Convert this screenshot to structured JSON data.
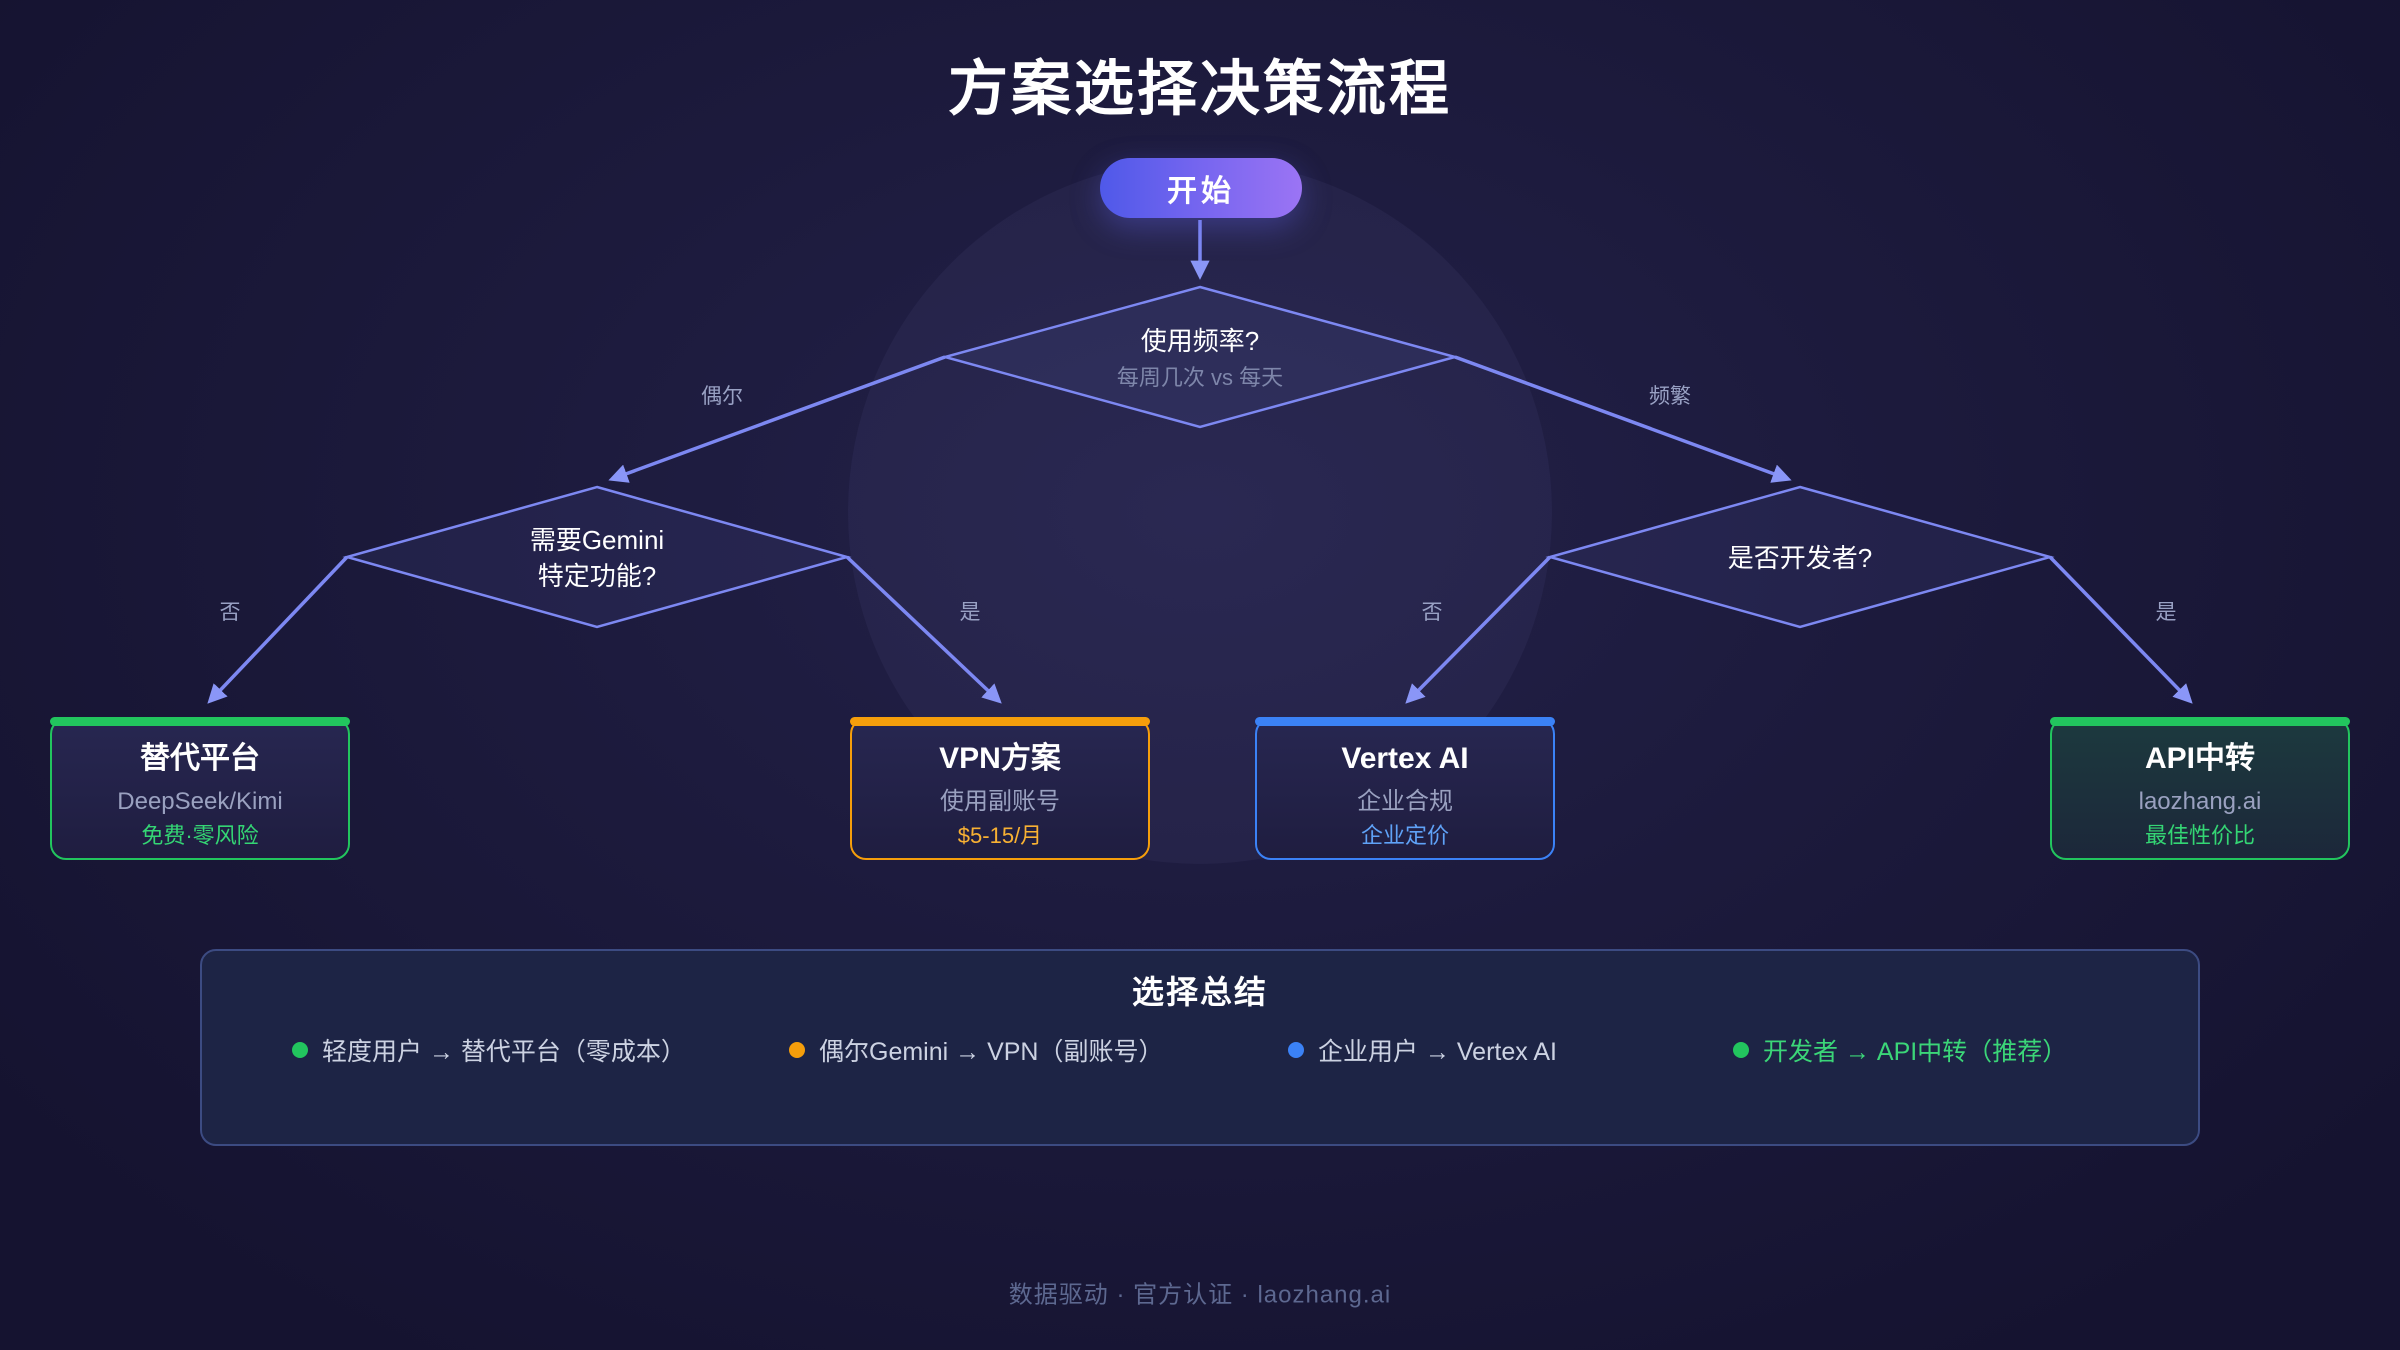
{
  "page": {
    "title": "方案选择决策流程",
    "footer": "数据驱动 · 官方认证 · laozhang.ai"
  },
  "flow": {
    "start_label": "开始",
    "root": {
      "question": "使用频率?",
      "hint": "每周几次 vs 每天"
    },
    "branch_left_label": "偶尔",
    "branch_right_label": "频繁",
    "left_decision": {
      "line1": "需要Gemini",
      "line2": "特定功能?",
      "no_label": "否",
      "yes_label": "是"
    },
    "right_decision": {
      "question": "是否开发者?",
      "no_label": "否",
      "yes_label": "是"
    },
    "outcomes": [
      {
        "title": "替代平台",
        "subtitle": "DeepSeek/Kimi",
        "note": "免费·零风险",
        "accent": "#22c55e"
      },
      {
        "title": "VPN方案",
        "subtitle": "使用副账号",
        "note": "$5-15/月",
        "accent": "#f59e0b"
      },
      {
        "title": "Vertex AI",
        "subtitle": "企业合规",
        "note": "企业定价",
        "accent": "#3b82f6"
      },
      {
        "title": "API中转",
        "subtitle": "laozhang.ai",
        "note": "最佳性价比",
        "accent": "#22c55e"
      }
    ]
  },
  "summary": {
    "title": "选择总结",
    "items": [
      {
        "text": "轻度用户 → 替代平台（零成本）",
        "dot_color": "#22c55e"
      },
      {
        "text": "偶尔Gemini → VPN（副账号）",
        "dot_color": "#f59e0b"
      },
      {
        "text": "企业用户 → Vertex AI",
        "dot_color": "#3b82f6"
      },
      {
        "text": "开发者 → API中转（推荐）",
        "dot_color": "#22c55e",
        "text_color": "#3bd678"
      }
    ]
  },
  "colors": {
    "background": "#1c1a3c",
    "connector": "#7d88f2",
    "green": "#22c55e",
    "green_text": "#34d674",
    "orange": "#f59e0b",
    "orange_text": "#f8b133",
    "blue": "#3b82f6",
    "blue_text": "#5fa2f7",
    "muted_text": "#9aa1c0",
    "pill_gradient_start": "#4f59e9",
    "pill_gradient_end": "#9b74f4"
  }
}
